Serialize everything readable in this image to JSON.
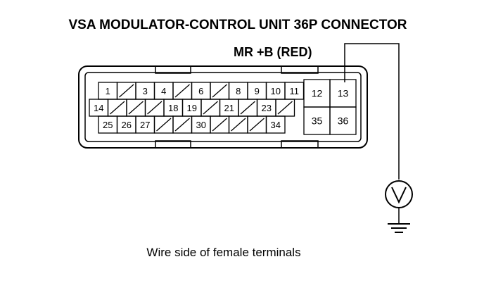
{
  "title": "VSA MODULATOR-CONTROL UNIT 36P CONNECTOR",
  "wire_label": "MR +B (RED)",
  "caption": "Wire side of female terminals",
  "colors": {
    "line": "#000000",
    "background": "#ffffff"
  },
  "connector": {
    "row1": [
      "1",
      "",
      "3",
      "4",
      "",
      "6",
      "",
      "8",
      "9",
      "10",
      "11"
    ],
    "row2": [
      "14",
      "",
      "",
      "",
      "18",
      "19",
      "",
      "21",
      "",
      "23",
      ""
    ],
    "row3": [
      "25",
      "26",
      "27",
      "",
      "",
      "30",
      "",
      "",
      "",
      "34"
    ],
    "right_block": [
      [
        "12",
        "13"
      ],
      [
        "35",
        "36"
      ]
    ]
  },
  "meter_icon": "voltmeter-icon",
  "ground_icon": "ground-icon"
}
